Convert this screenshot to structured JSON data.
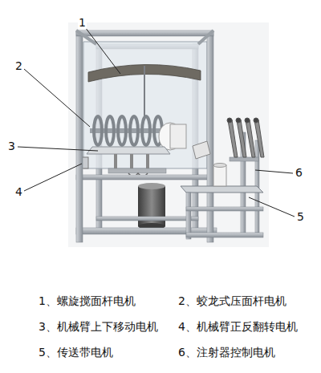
{
  "diagram": {
    "labels": [
      "1",
      "2",
      "3",
      "4",
      "5",
      "6",
      "1、螺旋搅面杆电机",
      "2、蛟龙式压面杆电机",
      "3、机械臂上下移动电机",
      "4、机械臂正反翻转电机",
      "5、传送带电机",
      "6、注射器控制电机"
    ]
  }
}
